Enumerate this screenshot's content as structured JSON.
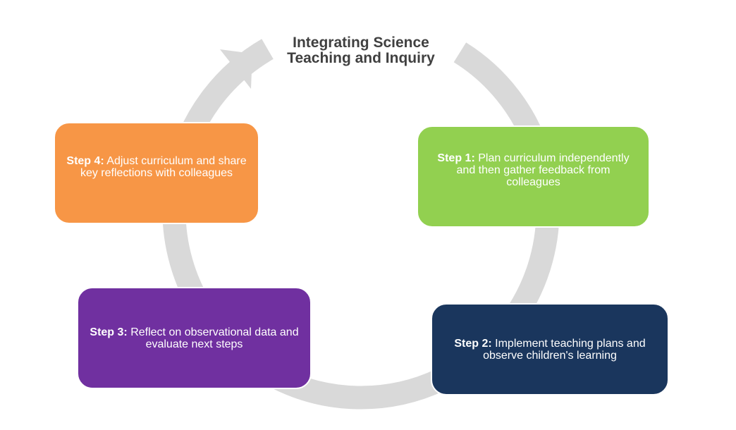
{
  "title": {
    "line1": "Integrating Science",
    "line2": "Teaching and Inquiry",
    "color": "#404040"
  },
  "cycle": {
    "arc_color": "#D9D9D9",
    "direction": "clockwise",
    "arrow": "arrow-head-top-left"
  },
  "steps": [
    {
      "label": "Step 1:",
      "text": "Plan curriculum independently and then gather feedback from colleagues",
      "color": "#92D050"
    },
    {
      "label": "Step 2:",
      "text": " Implement teaching plans and observe children's learning",
      "color": "#1A365D"
    },
    {
      "label": "Step 3:",
      "text": "Reflect on observational data and evaluate next steps",
      "color": "#7030A0"
    },
    {
      "label": "Step 4:",
      "text": "Adjust curriculum and share key reflections with colleagues",
      "color": "#F79646"
    }
  ]
}
